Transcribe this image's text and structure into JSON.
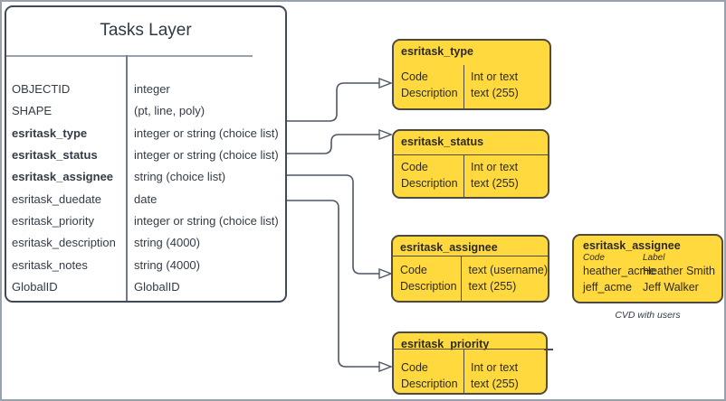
{
  "colors": {
    "yellow_fill": "#FFD93D",
    "yellow_border": "#4E4A40",
    "table_border": "#3E4A59",
    "connector": "#4D5765",
    "frame_border": "#99A1AC"
  },
  "tasks_table": {
    "title": "Tasks Layer",
    "rows": [
      {
        "field": "OBJECTID",
        "type": "integer"
      },
      {
        "field": "SHAPE",
        "type": "(pt, line, poly)"
      },
      {
        "field": "esritask_type",
        "type": "integer or string (choice list)"
      },
      {
        "field": "esritask_status",
        "type": "integer or string (choice list)"
      },
      {
        "field": "esritask_assignee",
        "type": "string (choice list)"
      },
      {
        "field": "esritask_duedate",
        "type": "date"
      },
      {
        "field": "esritask_priority",
        "type": "integer or string (choice list)"
      },
      {
        "field": "esritask_description",
        "type": "string (4000)"
      },
      {
        "field": "esritask_notes",
        "type": "string (4000)"
      },
      {
        "field": "GlobalID",
        "type": "GlobalID"
      }
    ]
  },
  "domain_tables": [
    {
      "title": "esritask_type",
      "rows": [
        [
          "Code",
          "Int or text"
        ],
        [
          "Description",
          "text (255)"
        ]
      ]
    },
    {
      "title": "esritask_status",
      "rows": [
        [
          "Code",
          "Int or text"
        ],
        [
          "Description",
          "text (255)"
        ]
      ]
    },
    {
      "title": "esritask_assignee",
      "rows": [
        [
          "Code",
          "text (username)"
        ],
        [
          "Description",
          "text (255)"
        ]
      ]
    },
    {
      "title": "esritask_priority",
      "rows": [
        [
          "Code",
          "Int or text"
        ],
        [
          "Description",
          "text (255)"
        ]
      ]
    }
  ],
  "cvd_table": {
    "title": "esritask_assignee",
    "headers": [
      "Code",
      "Label"
    ],
    "rows": [
      [
        "heather_acme",
        "Heather Smith"
      ],
      [
        "jeff_acme",
        "Jeff Walker"
      ]
    ],
    "ellipsis": "....",
    "caption": "CVD with users"
  }
}
